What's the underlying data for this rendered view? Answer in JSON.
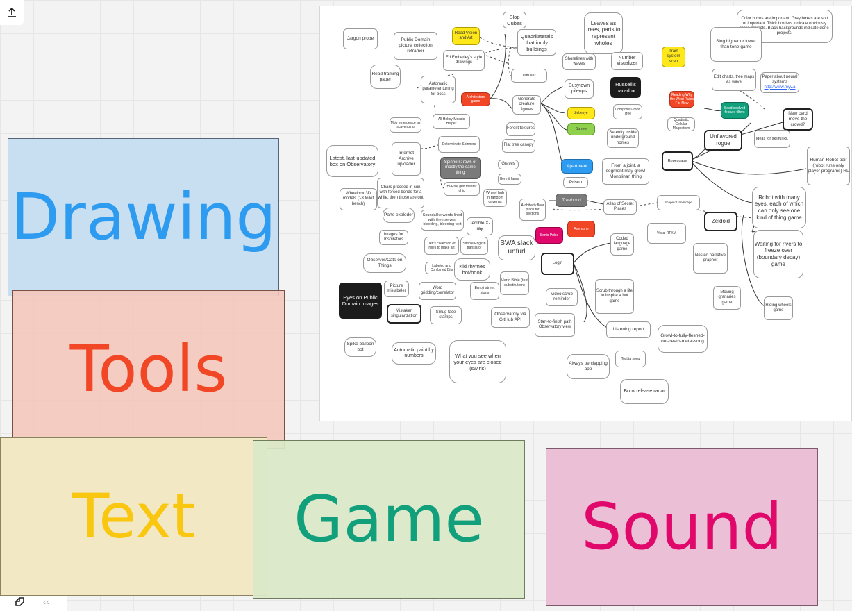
{
  "toolbar": {
    "export_icon": "upload-icon",
    "frames_icon": "frames-icon",
    "collapse_label": "‹‹"
  },
  "categories": [
    {
      "key": "drawing",
      "label": "Drawing",
      "color": "#2d9bf0",
      "fill": "#c8def1"
    },
    {
      "key": "tools",
      "label": "Tools",
      "color": "#f24726",
      "fill": "#f5cfc6"
    },
    {
      "key": "text",
      "label": "Text",
      "color": "#fac710",
      "fill": "#f3e8c4"
    },
    {
      "key": "game",
      "label": "Game",
      "color": "#12a07c",
      "fill": "#dce8cc"
    },
    {
      "key": "sound",
      "label": "Sound",
      "color": "#e0086b",
      "fill": "#ebc0d6"
    }
  ],
  "board": {
    "legend": "Color boxes are important. Gray boxes are sort of important. Thick borders indicate obviously large projects. Black backgrounds indicate done projects!",
    "n1": "Jargon probe",
    "n2": "Public Domain picture collection reframer",
    "n3": "Read Vision and Art",
    "n4": "Slop Cubes",
    "n5": "Quadrilaterals that imply buildings",
    "n6": "Leaves as trees, parts to represent wholes",
    "n7": "Train system scan",
    "n8": "Sing higher or lower than tone game",
    "n9": "Ed Emberley's style drawings",
    "n10": "Shorelines with waves",
    "n11": "Number visualizer",
    "n12": "Read framing paper",
    "n13": "Automatic parameter tuning for boss",
    "n14": "Diffuser",
    "n15": "Russell's paradox",
    "n16": "Edit charts, tree maps as wave",
    "n17": "Paper about neural systems",
    "n17_link": "http://www.myv.a",
    "n18": "Architecture game",
    "n19": "Busytown pileups",
    "n20": "Reading Why the West Rules For Now",
    "n21": "Generate creature figures",
    "n22": "Compose Graph Tree",
    "n23": "Mob emergence as scavenging",
    "n24": "All Hokey Mosaic Helper",
    "n25": "Zebesye",
    "n26": "Forest textures",
    "n27": "Quadratic Cellular Magnetism",
    "n28": "Seed evolved feature filters",
    "n29": "New card move the crowd?",
    "n30": "Burrow",
    "n31": "Serenity inside underground homes",
    "n32": "Unflavored rogue",
    "n33": "Ideas for skillful RL",
    "n34": "Latest, last-updated box on Observatory",
    "n35": "Internet Archive uploader",
    "n36": "Determinate Spinners",
    "n37": "Flat tree canopy",
    "n38": "Ropescape",
    "n39": "Spinners: rows of mostly the same thing",
    "n40": "Graves",
    "n41": "Apartment",
    "n42": "From a joint, a segment may grow! Monolinan thing",
    "n43": "Human-Robot pair (robot runs only player programs) RL",
    "n44": "Chars proceed in sun with forced bonds for a while, then those are out",
    "n45": "Hi-Rise grid theater chic",
    "n46": "Hermit farms",
    "n47": "Prison",
    "n48": "Wheelbox 3D models (:-3 toilet bench)",
    "n49": "Wheel hub in random caverns",
    "n50": "Treehood",
    "n51": "Shape of landscape",
    "n52": "Robot with many eyes, each of which can only see one kind of thing game",
    "n53": "Parts exploder",
    "n54": "Soundalike words lined with themselves, bleeding, bleeding text",
    "n55": "Terrible X-ray",
    "n56": "Architecty floor plans for sections",
    "n57": "Atlas of Secret Places",
    "n58": "Zeldoid",
    "n59": "Images for Inspirators",
    "n60": "Jeff's collection of rules to make art",
    "n61": "Simple English translator",
    "n62": "Sonic Pulse",
    "n63": "Anemone",
    "n64": "Vocal RTXM",
    "n65": "Waiting for rivers to freeze over (boundary decay) game",
    "n66": "Observer/Cats on Things",
    "n67": "SWA slack unfurl",
    "n68": "Coded language game",
    "n69": "Nested narrative grapher",
    "n70": "Labeled and Combined Bits",
    "n71": "Kid rhymes bot/book",
    "n72": "Login",
    "n73": "Eyes on Public Domain Images",
    "n74": "Picture mislabeler",
    "n75": "Word gridding/correlator",
    "n76": "Emoji street signs",
    "n77": "Mario Bible (text substitution)",
    "n78": "Video scrub reminder",
    "n79": "Scrub through a life to inspire a bot game",
    "n80": "Moving granaries game",
    "n81": "Riding wheels game",
    "n82": "Mistaken singularization",
    "n83": "Smug face stamps",
    "n84": "Observatory via GitHub API",
    "n85": "Start-to-finish path Observatory view",
    "n86": "Listening report",
    "n87": "Growl-to-fully-fleshed-out-death-metal-song",
    "n88": "Spike balloon bot",
    "n89": "Automatic paint by numbers",
    "n90": "What you see when your eyes are closed (swirls)",
    "n91": "Always be clapping app",
    "n92": "Tostita song",
    "n93": "Book release radar"
  }
}
